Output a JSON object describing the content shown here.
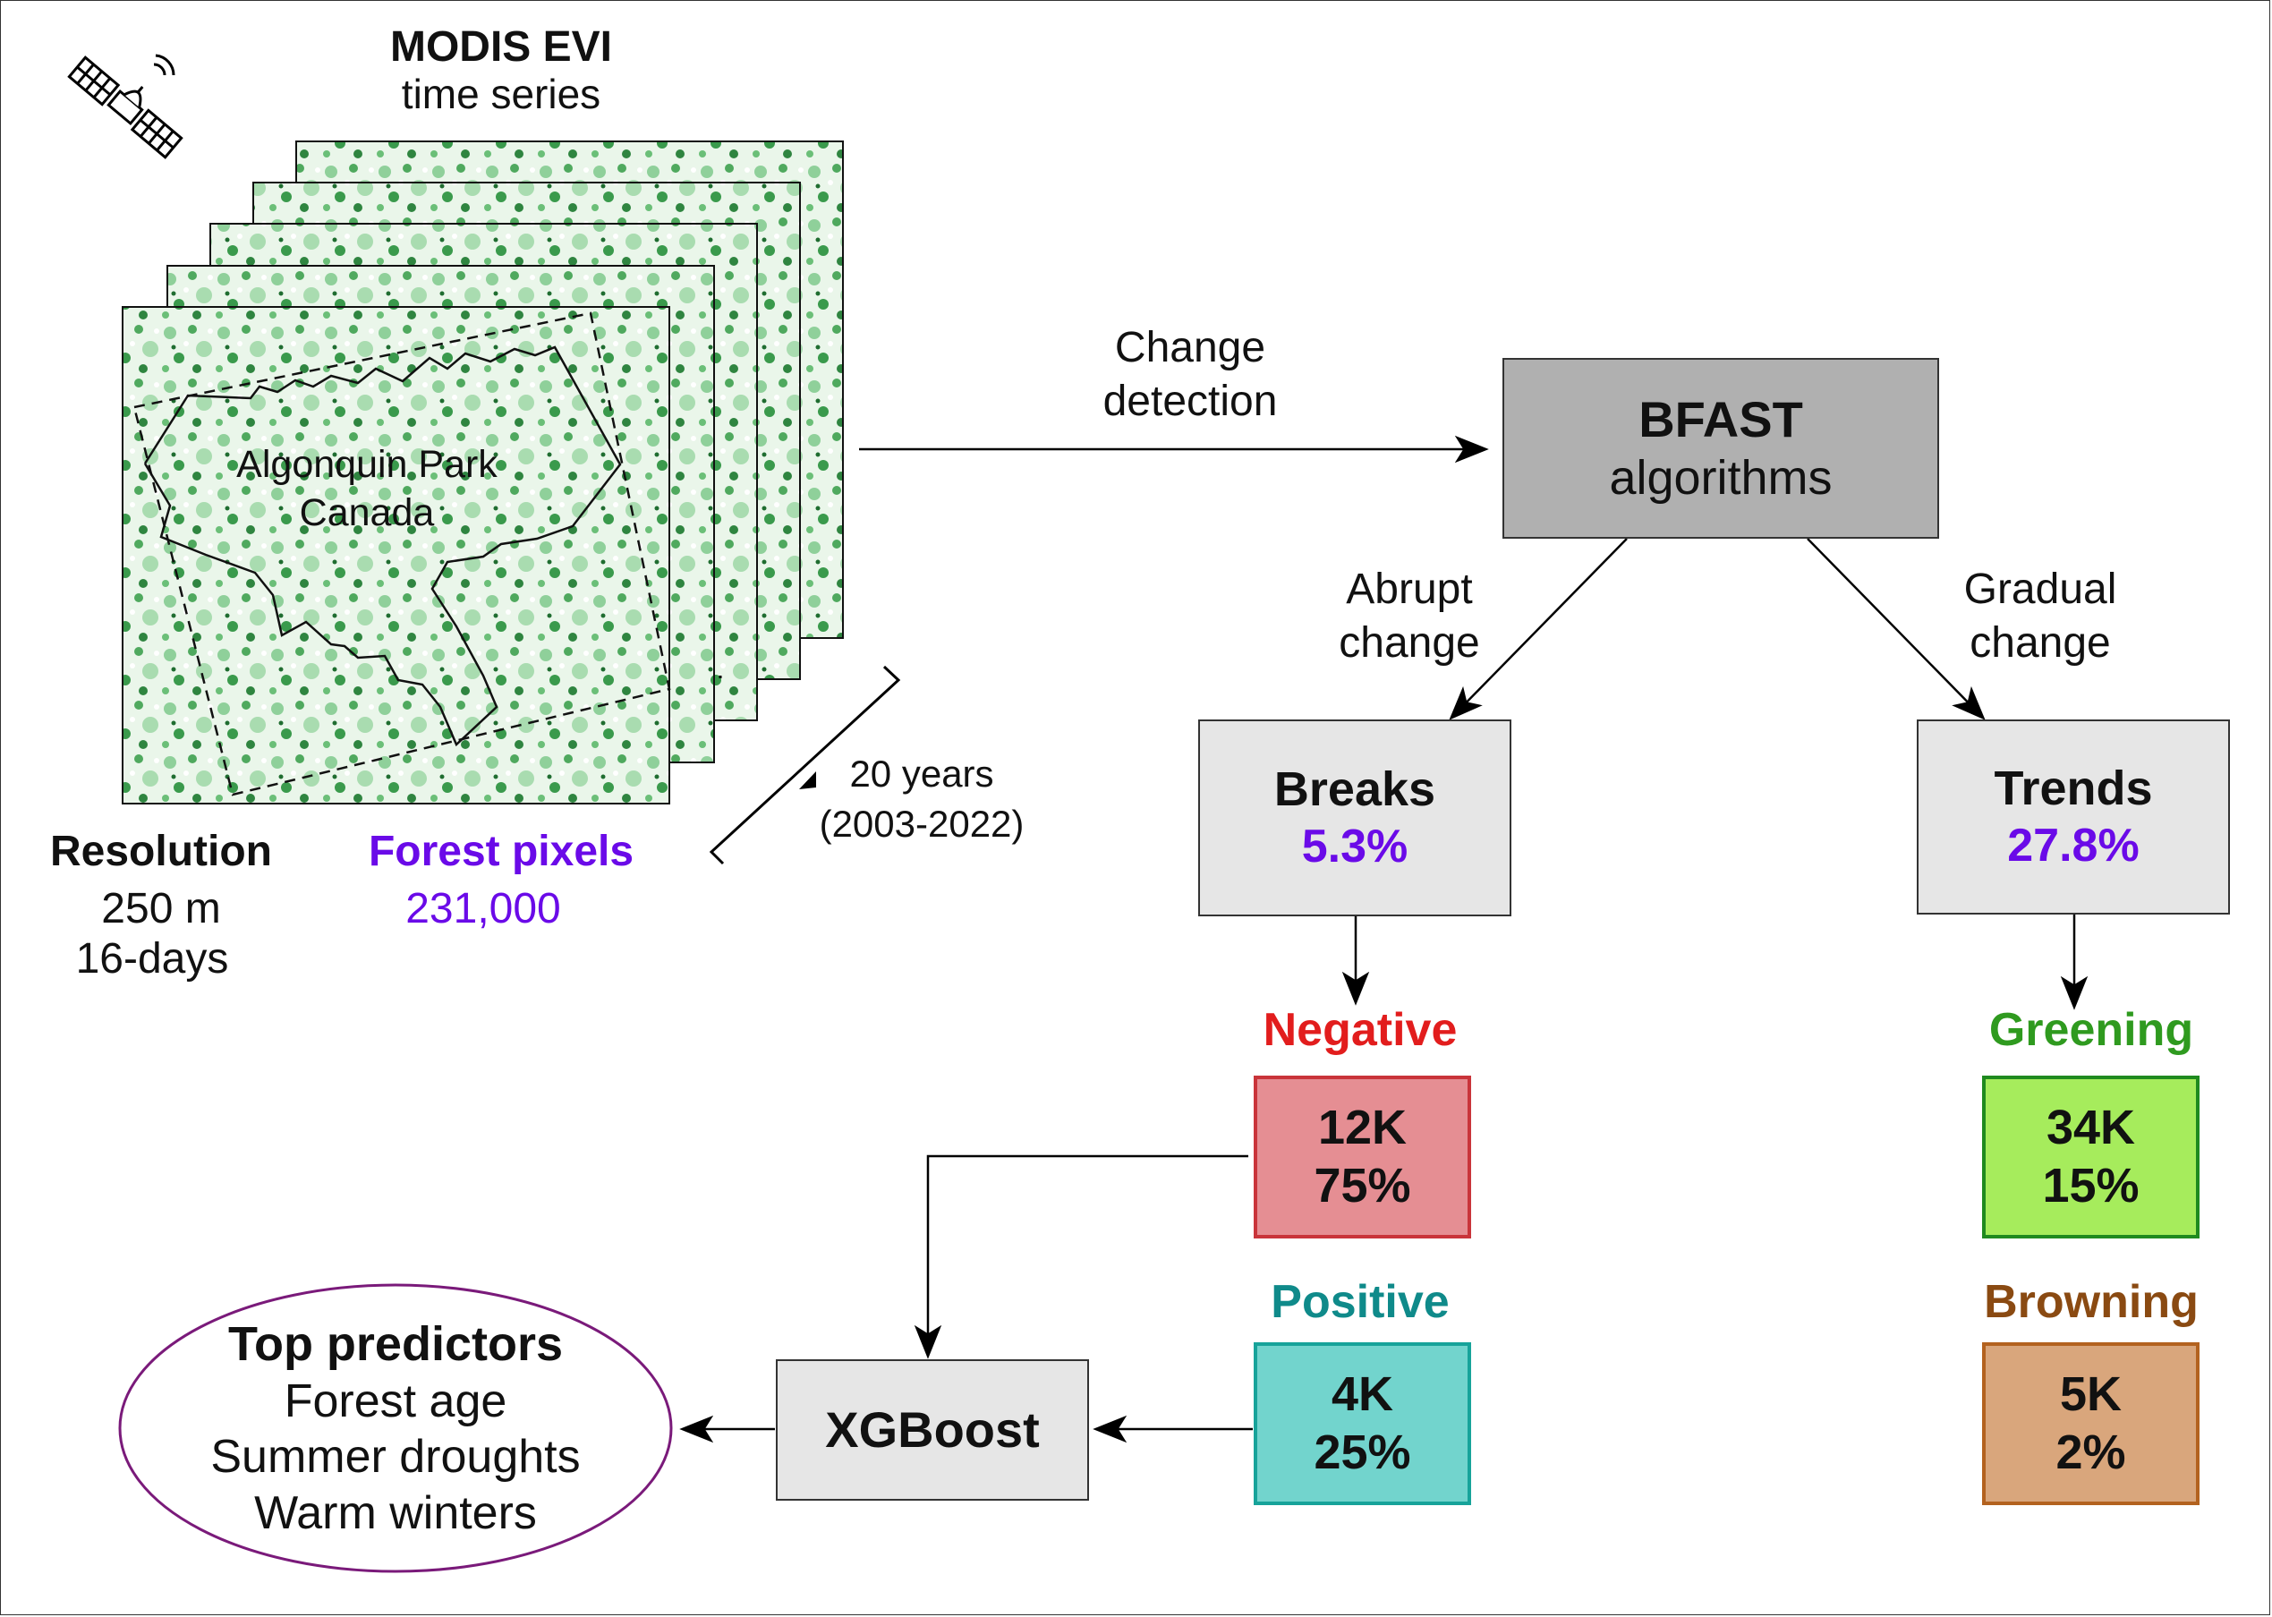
{
  "header": {
    "title": "MODIS EVI",
    "subtitle": "time series"
  },
  "map": {
    "label_line1": "Algonquin Park",
    "label_line2": "Canada"
  },
  "resolution": {
    "label": "Resolution",
    "spatial": "250 m",
    "temporal": "16-days"
  },
  "forest": {
    "label": "Forest pixels",
    "value": "231,000"
  },
  "period": {
    "years": "20 years",
    "range": "(2003-2022)"
  },
  "change_detection": {
    "line1": "Change",
    "line2": "detection"
  },
  "bfast": {
    "title": "BFAST",
    "subtitle": "algorithms"
  },
  "abrupt": {
    "line1": "Abrupt",
    "line2": "change"
  },
  "gradual": {
    "line1": "Gradual",
    "line2": "change"
  },
  "breaks": {
    "title": "Breaks",
    "percent": "5.3%"
  },
  "trends": {
    "title": "Trends",
    "percent": "27.8%"
  },
  "negative": {
    "label": "Negative",
    "count": "12K",
    "percent": "75%"
  },
  "positive": {
    "label": "Positive",
    "count": "4K",
    "percent": "25%"
  },
  "greening": {
    "label": "Greening",
    "count": "34K",
    "percent": "15%"
  },
  "browning": {
    "label": "Browning",
    "count": "5K",
    "percent": "2%"
  },
  "xgboost": {
    "label": "XGBoost"
  },
  "predictors": {
    "title": "Top predictors",
    "items": [
      "Forest age",
      "Summer droughts",
      "Warm winters"
    ]
  },
  "colors": {
    "purple": "#6a0ae8",
    "red": "#e21d1d",
    "teal": "#0f8a8a",
    "green": "#2f9a1f",
    "brown": "#8a4a12",
    "negative_fill": "#e58e93",
    "positive_fill": "#72d4cd",
    "greening_fill": "#a6ec5c",
    "browning_fill": "#d9a67c",
    "gray_fill": "#b0b0b0",
    "light_fill": "#e6e6e6",
    "map_green": "#2e8b3e"
  },
  "icons": {
    "satellite": "satellite-icon"
  }
}
